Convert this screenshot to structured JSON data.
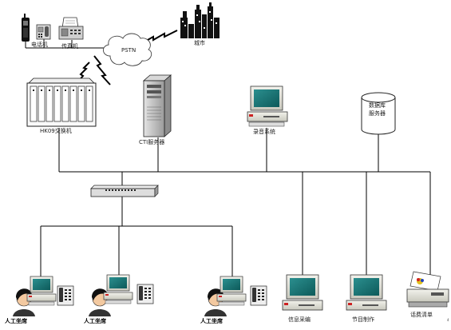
{
  "nodes": {
    "phone_label": "电话机",
    "fax_label": "传真机",
    "pstn_label": "PSTN",
    "city_label": "城市",
    "switch_label": "HK09交换机",
    "cti_label": "CTI服务器",
    "recorder_label": "录音系统",
    "db_label_line1": "数据库",
    "db_label_line2": "服务器",
    "agent1_label": "人工坐席",
    "agent2_label": "人工坐席",
    "agent3_label": "人工坐席",
    "info_label": "信息采编",
    "program_label": "节目制作",
    "billing_label": "话费清单"
  }
}
